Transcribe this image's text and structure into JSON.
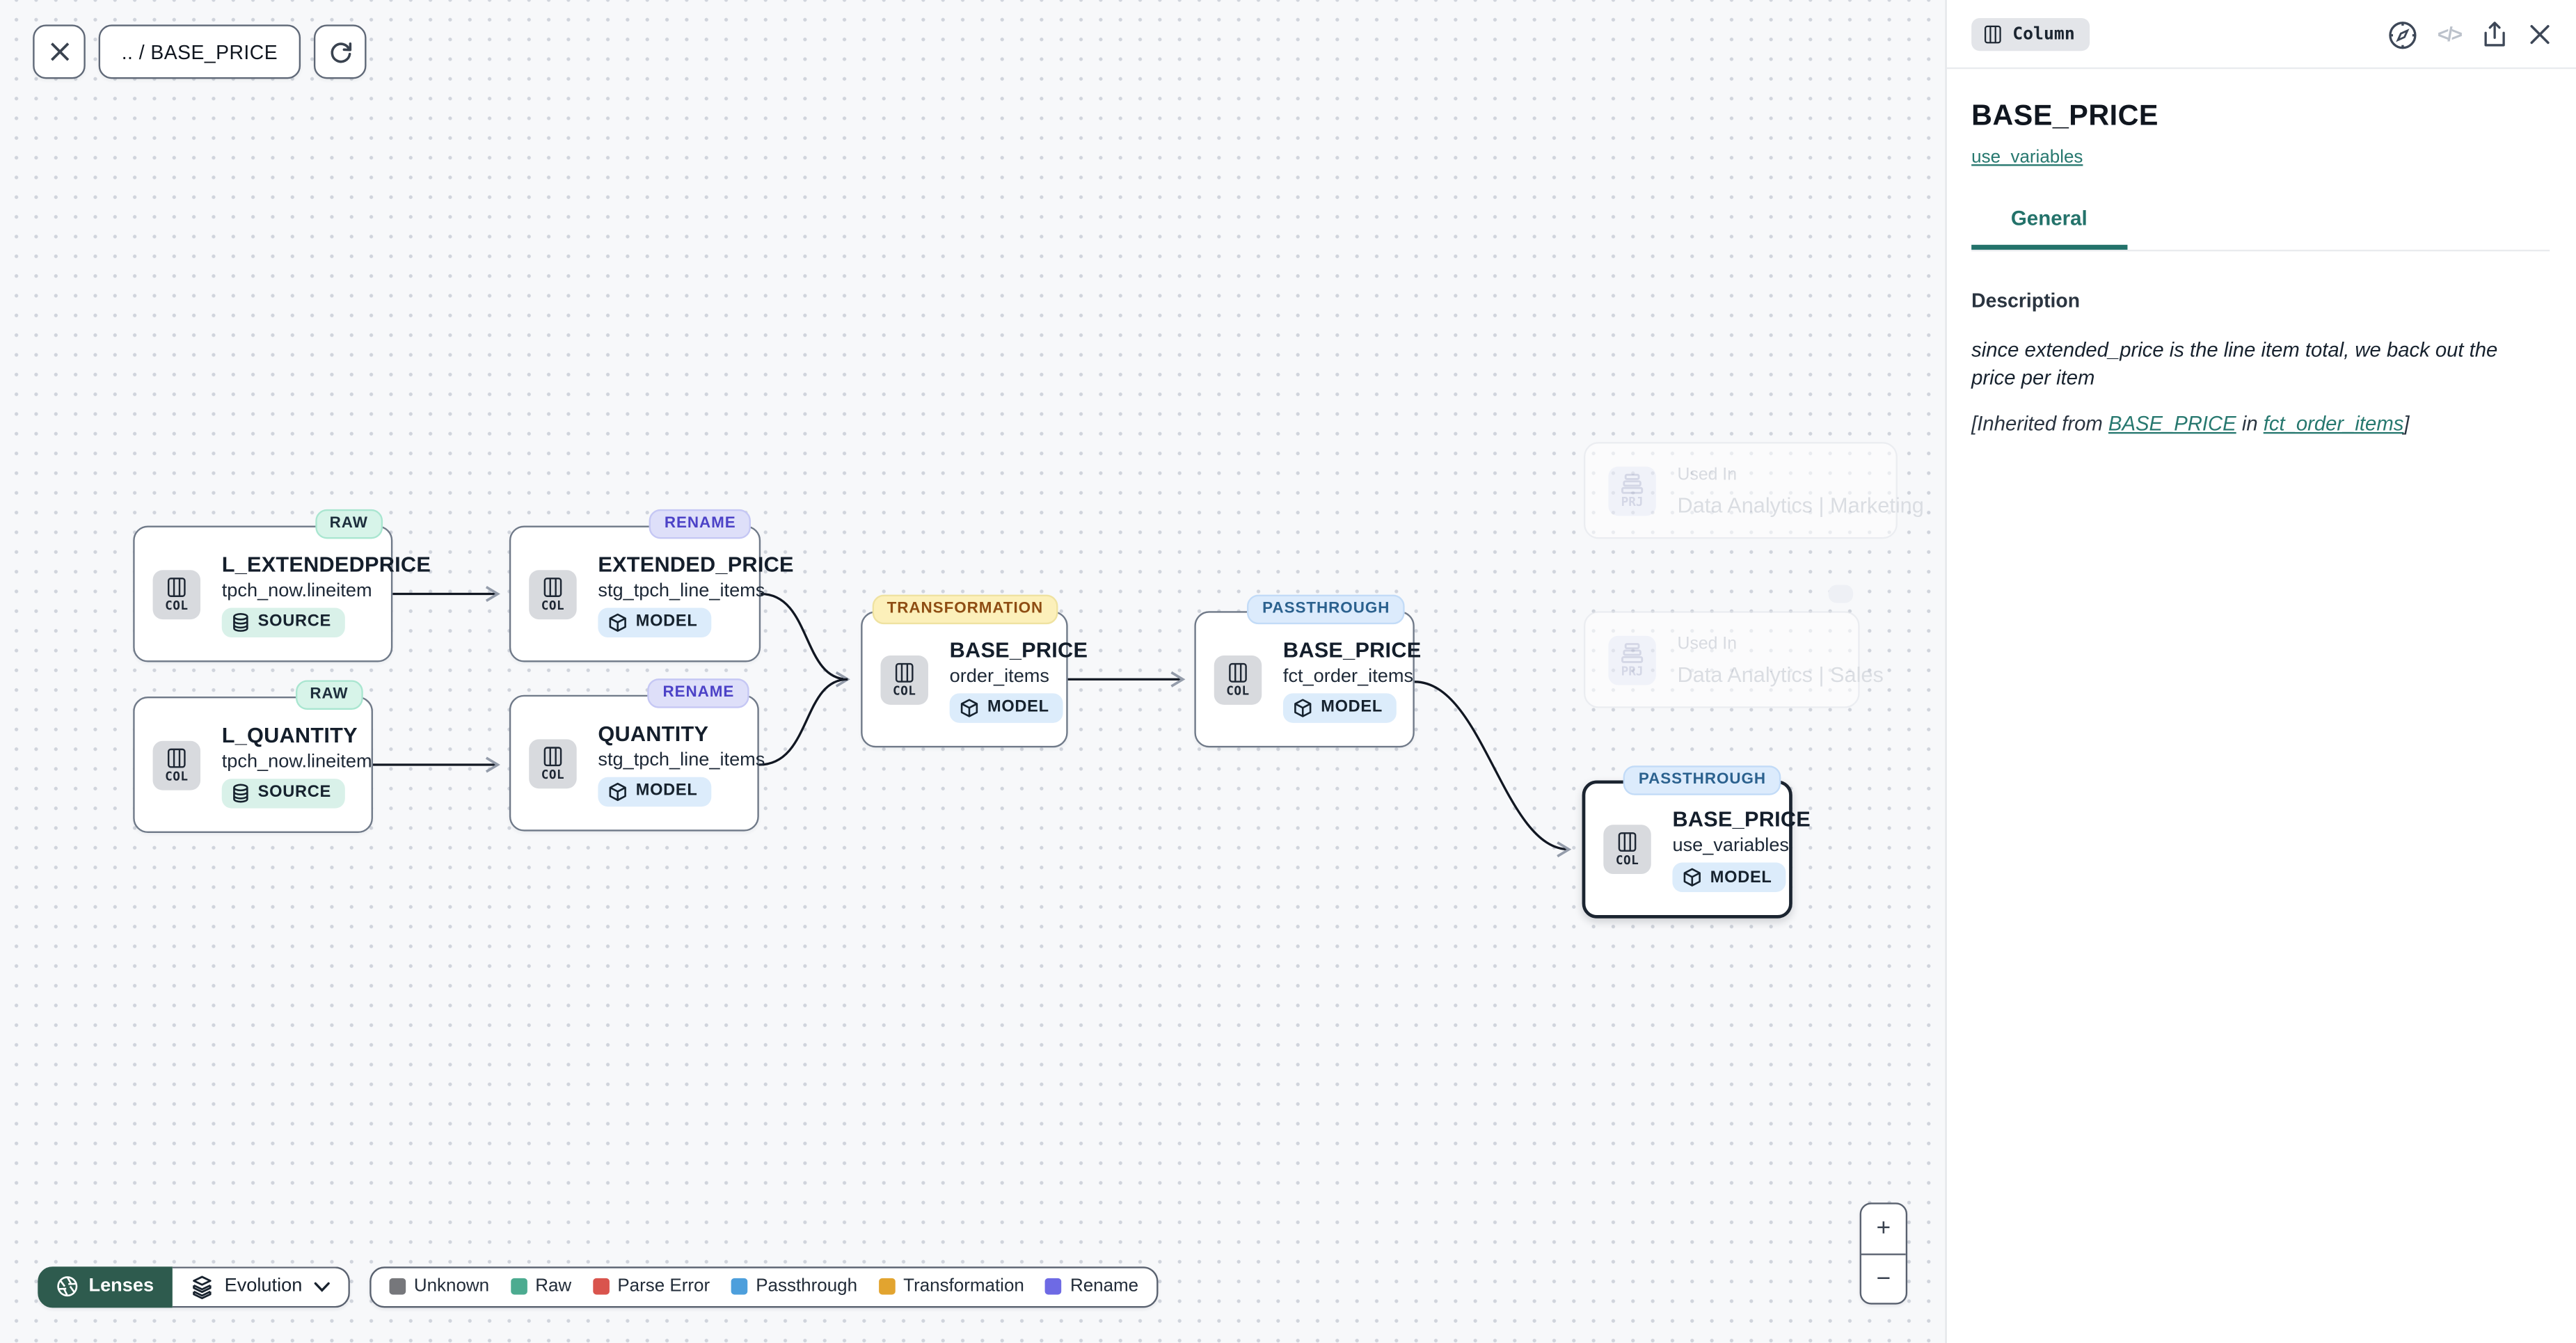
{
  "toolbar": {
    "breadcrumb": ".. / BASE_PRICE"
  },
  "panel": {
    "type_chip": "Column",
    "title": "BASE_PRICE",
    "model_link": "use_variables",
    "tab_general": "General",
    "description_label": "Description",
    "description_text": "since extended_price is the line item total, we back out the price per item",
    "inherited": {
      "prefix": "[Inherited from ",
      "column_link": "BASE_PRICE",
      "middle": " in ",
      "model_link": "fct_order_items",
      "suffix": "]"
    }
  },
  "graph": {
    "col_label": "COL",
    "prj_label": "PRJ",
    "used_in_label": "Used In",
    "nodes": [
      {
        "title": "L_EXTENDEDPRICE",
        "subtitle": "tpch_now.lineitem",
        "kind": "SOURCE",
        "tag": "RAW"
      },
      {
        "title": "EXTENDED_PRICE",
        "subtitle": "stg_tpch_line_items",
        "kind": "MODEL",
        "tag": "RENAME"
      },
      {
        "title": "L_QUANTITY",
        "subtitle": "tpch_now.lineitem",
        "kind": "SOURCE",
        "tag": "RAW"
      },
      {
        "title": "QUANTITY",
        "subtitle": "stg_tpch_line_items",
        "kind": "MODEL",
        "tag": "RENAME"
      },
      {
        "title": "BASE_PRICE",
        "subtitle": "order_items",
        "kind": "MODEL",
        "tag": "TRANSFORMATION"
      },
      {
        "title": "BASE_PRICE",
        "subtitle": "fct_order_items",
        "kind": "MODEL",
        "tag": "PASSTHROUGH"
      },
      {
        "title": "BASE_PRICE",
        "subtitle": "use_variables",
        "kind": "MODEL",
        "tag": "PASSTHROUGH"
      }
    ],
    "used_in_nodes": [
      {
        "project": "Data Analytics | Marketing"
      },
      {
        "project": "Data Analytics | Sales"
      }
    ]
  },
  "controls": {
    "lenses_label": "Lenses",
    "lens_selected": "Evolution",
    "legend": [
      {
        "label": "Unknown",
        "color": "#76777b"
      },
      {
        "label": "Raw",
        "color": "#4cab90"
      },
      {
        "label": "Parse Error",
        "color": "#d9544d"
      },
      {
        "label": "Passthrough",
        "color": "#4d9fdc"
      },
      {
        "label": "Transformation",
        "color": "#e2a42f"
      },
      {
        "label": "Rename",
        "color": "#6e6ae4"
      }
    ],
    "zoom_in": "+",
    "zoom_out": "−"
  }
}
